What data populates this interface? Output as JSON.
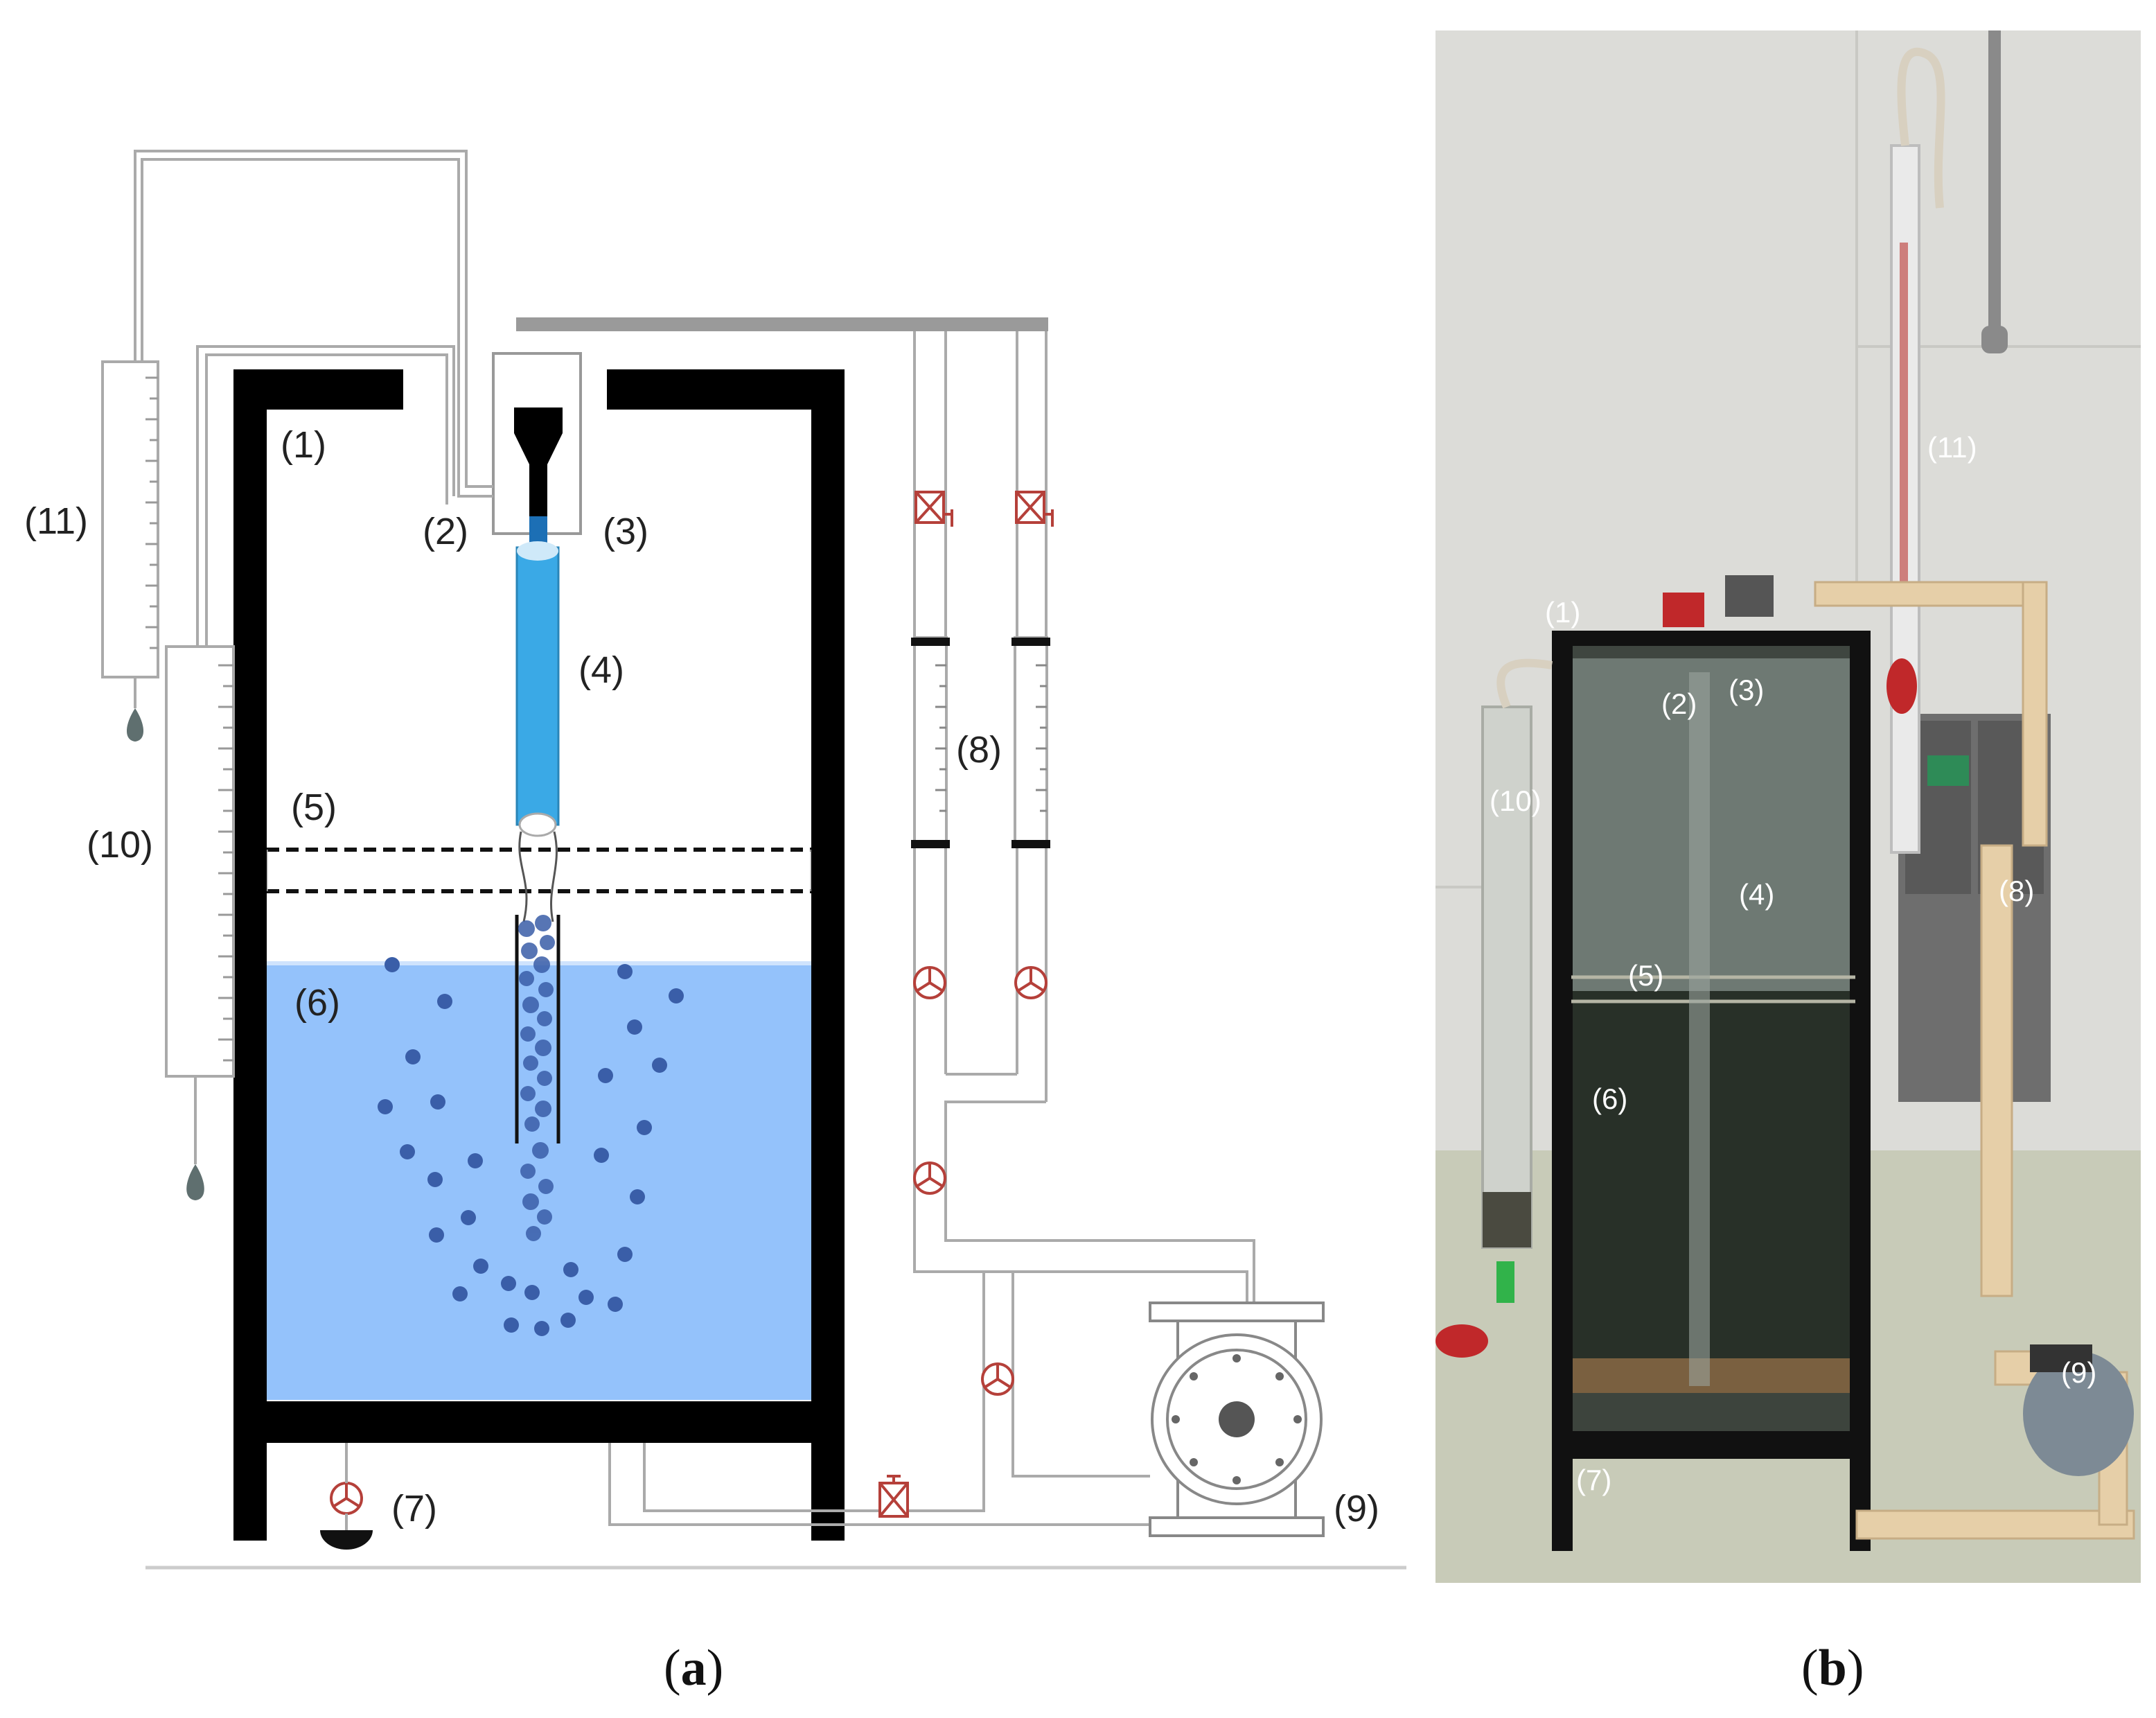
{
  "panel_a": {
    "labels": {
      "l1": "(1)",
      "l2": "(2)",
      "l3": "(3)",
      "l4": "(4)",
      "l5": "(5)",
      "l6": "(6)",
      "l7": "(7)",
      "l8": "(8)",
      "l9": "(9)",
      "l10": "(10)",
      "l11": "(11)"
    },
    "caption_letter": "a"
  },
  "panel_b": {
    "labels": {
      "l1": "(1)",
      "l2": "(2)",
      "l3": "(3)",
      "l4": "(4)",
      "l5": "(5)",
      "l6": "(6)",
      "l7": "(7)",
      "l8": "(8)",
      "l9": "(9)",
      "l10": "(10)",
      "l11": "(11)"
    },
    "caption_letter": "b"
  },
  "colors": {
    "tank_wall": "#000000",
    "water": "#94c2fb",
    "tube": "#3aa9e6",
    "bubble": "#3a5ea8",
    "valve": "#b5403a",
    "pipe": "#9a9a9a",
    "sensor_drop": "#5f6f6f"
  }
}
